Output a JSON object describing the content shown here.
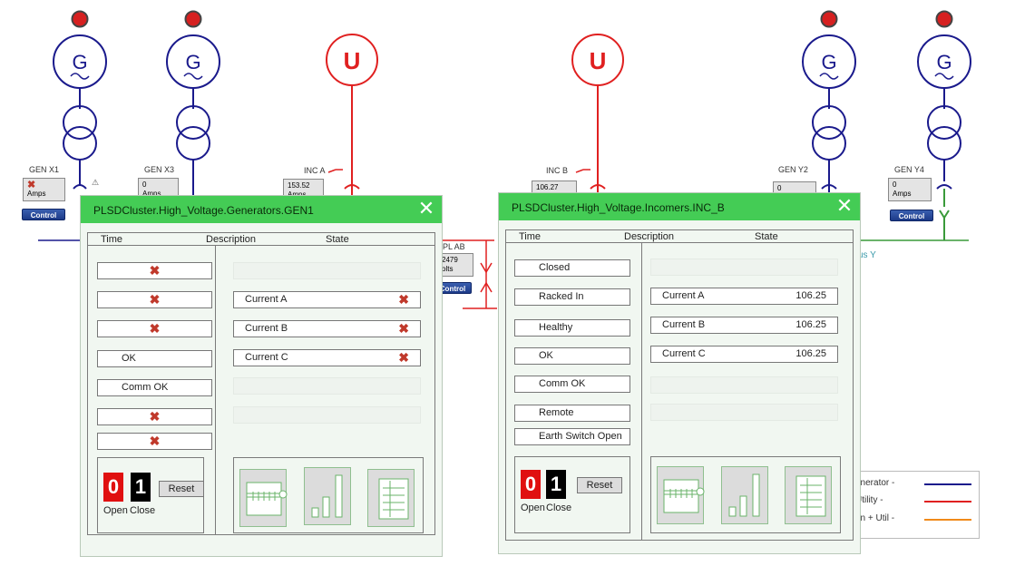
{
  "schematic": {
    "feeders": [
      {
        "label": "GEN X1",
        "symbol": "G",
        "reading": "",
        "unit": "Amps",
        "reading_is_fault": true,
        "control": "Control"
      },
      {
        "label": "GEN X3",
        "symbol": "G",
        "reading": "0",
        "unit": "Amps",
        "control": ""
      },
      {
        "label": "INC A",
        "symbol": "U",
        "reading": "153.52",
        "unit": "Amps"
      },
      {
        "label": "INC B",
        "symbol": "U",
        "reading": "106.27",
        "unit": ""
      },
      {
        "label": "GEN Y2",
        "symbol": "G",
        "reading": "0",
        "unit": ""
      },
      {
        "label": "GEN Y4",
        "symbol": "G",
        "reading": "0",
        "unit": "Amps",
        "control": "Control"
      }
    ],
    "coupler": {
      "label": "PL AB",
      "reading": "2479",
      "unit": "olts",
      "control": "Control"
    },
    "bus_y_label": "us Y",
    "colors": {
      "generator": "#1a1a8c",
      "utility": "#e02020",
      "gen_util": "#f08a1a",
      "bus": "#3a9a3a",
      "alarm": "#d62020"
    }
  },
  "legend": [
    {
      "label": "enerator  -",
      "color": "#1a1a8c"
    },
    {
      "label": "Utility    -",
      "color": "#e02020"
    },
    {
      "label": "en + Util  -",
      "color": "#f08a1a"
    }
  ],
  "popups": {
    "gen1": {
      "title": "PLSDCluster.High_Voltage.Generators.GEN1",
      "close_icon": "close-icon",
      "headers": {
        "time": "Time",
        "description": "Description",
        "state": "State"
      },
      "statuses": [
        "",
        "",
        "",
        "OK",
        "Comm OK",
        "",
        ""
      ],
      "status_fault": [
        true,
        true,
        true,
        false,
        false,
        true,
        true
      ],
      "currents": [
        {
          "label": "Current A",
          "value": "",
          "fault": true
        },
        {
          "label": "Current B",
          "value": "",
          "fault": true
        },
        {
          "label": "Current C",
          "value": "",
          "fault": true
        }
      ],
      "open_label": "Open",
      "close_label": "Close",
      "open_digit": "0",
      "close_digit": "1",
      "reset_label": "Reset"
    },
    "inc_b": {
      "title": "PLSDCluster.High_Voltage.Incomers.INC_B",
      "close_icon": "close-icon",
      "headers": {
        "time": "Time",
        "description": "Description",
        "state": "State"
      },
      "statuses": [
        "Closed",
        "Racked In",
        "Healthy",
        "OK",
        "Comm OK",
        "Remote",
        "Earth Switch Open"
      ],
      "status_fault": [
        false,
        false,
        false,
        false,
        false,
        false,
        false
      ],
      "currents": [
        {
          "label": "Current A",
          "value": "106.25",
          "fault": false
        },
        {
          "label": "Current B",
          "value": "106.25",
          "fault": false
        },
        {
          "label": "Current C",
          "value": "106.25",
          "fault": false
        }
      ],
      "open_label": "Open",
      "close_label": "Close",
      "open_digit": "0",
      "close_digit": "1",
      "reset_label": "Reset"
    }
  }
}
